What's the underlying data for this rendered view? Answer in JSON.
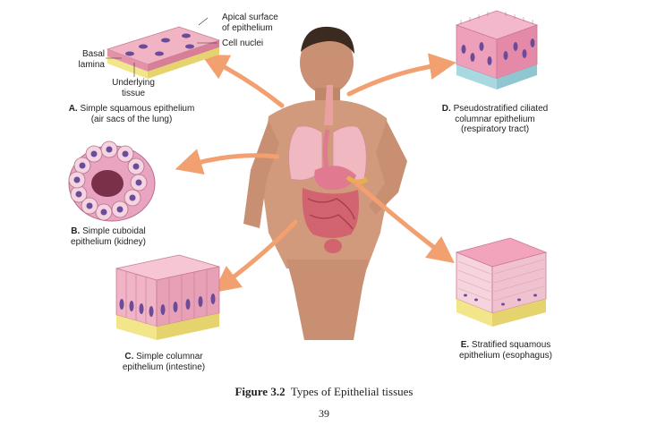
{
  "labels": {
    "apical_surface": "Apical surface\nof epithelium",
    "cell_nuclei": "Cell nuclei",
    "basal_lamina": "Basal\nlamina",
    "underlying_tissue": "Underlying\ntissue"
  },
  "tissues": {
    "a": {
      "letter": "A.",
      "name": "Simple squamous epithelium",
      "location": "(air sacs of the lung)"
    },
    "b": {
      "letter": "B.",
      "name": "Simple cuboidal",
      "location": "epithelium (kidney)"
    },
    "c": {
      "letter": "C.",
      "name": "Simple columnar",
      "location": "epithelium (intestine)"
    },
    "d": {
      "letter": "D.",
      "name": "Pseudostratified ciliated",
      "name2": "columnar epithelium",
      "location": "(respiratory tract)"
    },
    "e": {
      "letter": "E.",
      "name": "Stratified squamous",
      "location": "epithelium (esophagus)"
    }
  },
  "figure": {
    "number": "Figure 3.2",
    "title": "Types of Epithelial tissues"
  },
  "page_number": "39",
  "colors": {
    "arrow": "#f2a070",
    "tissue_pink": "#e8a4b8",
    "tissue_dark_pink": "#c96f8e",
    "nucleus": "#6b4c9a",
    "basal_yellow": "#f3e58a",
    "pseudo_blue": "#a8d8e0"
  }
}
